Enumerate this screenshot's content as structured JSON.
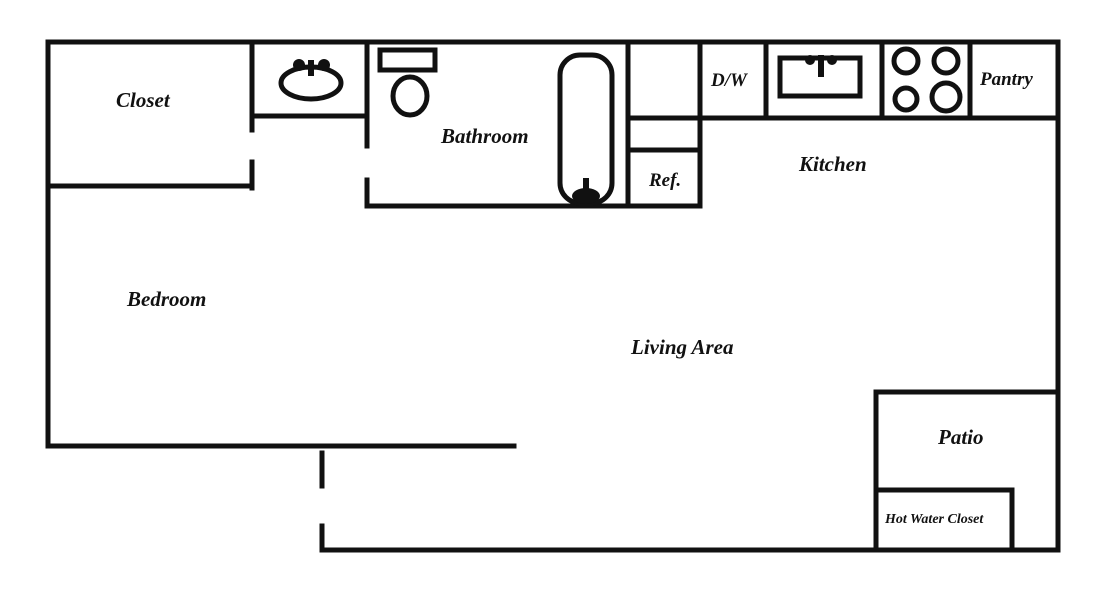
{
  "rooms": {
    "closet": "Closet",
    "bathroom": "Bathroom",
    "dw": "D/W",
    "pantry": "Pantry",
    "kitchen": "Kitchen",
    "ref": "Ref.",
    "bedroom": "Bedroom",
    "living": "Living Area",
    "patio": "Patio",
    "hot_water": "Hot Water Closet"
  },
  "colors": {
    "wall": "#111111",
    "background": "#ffffff"
  }
}
